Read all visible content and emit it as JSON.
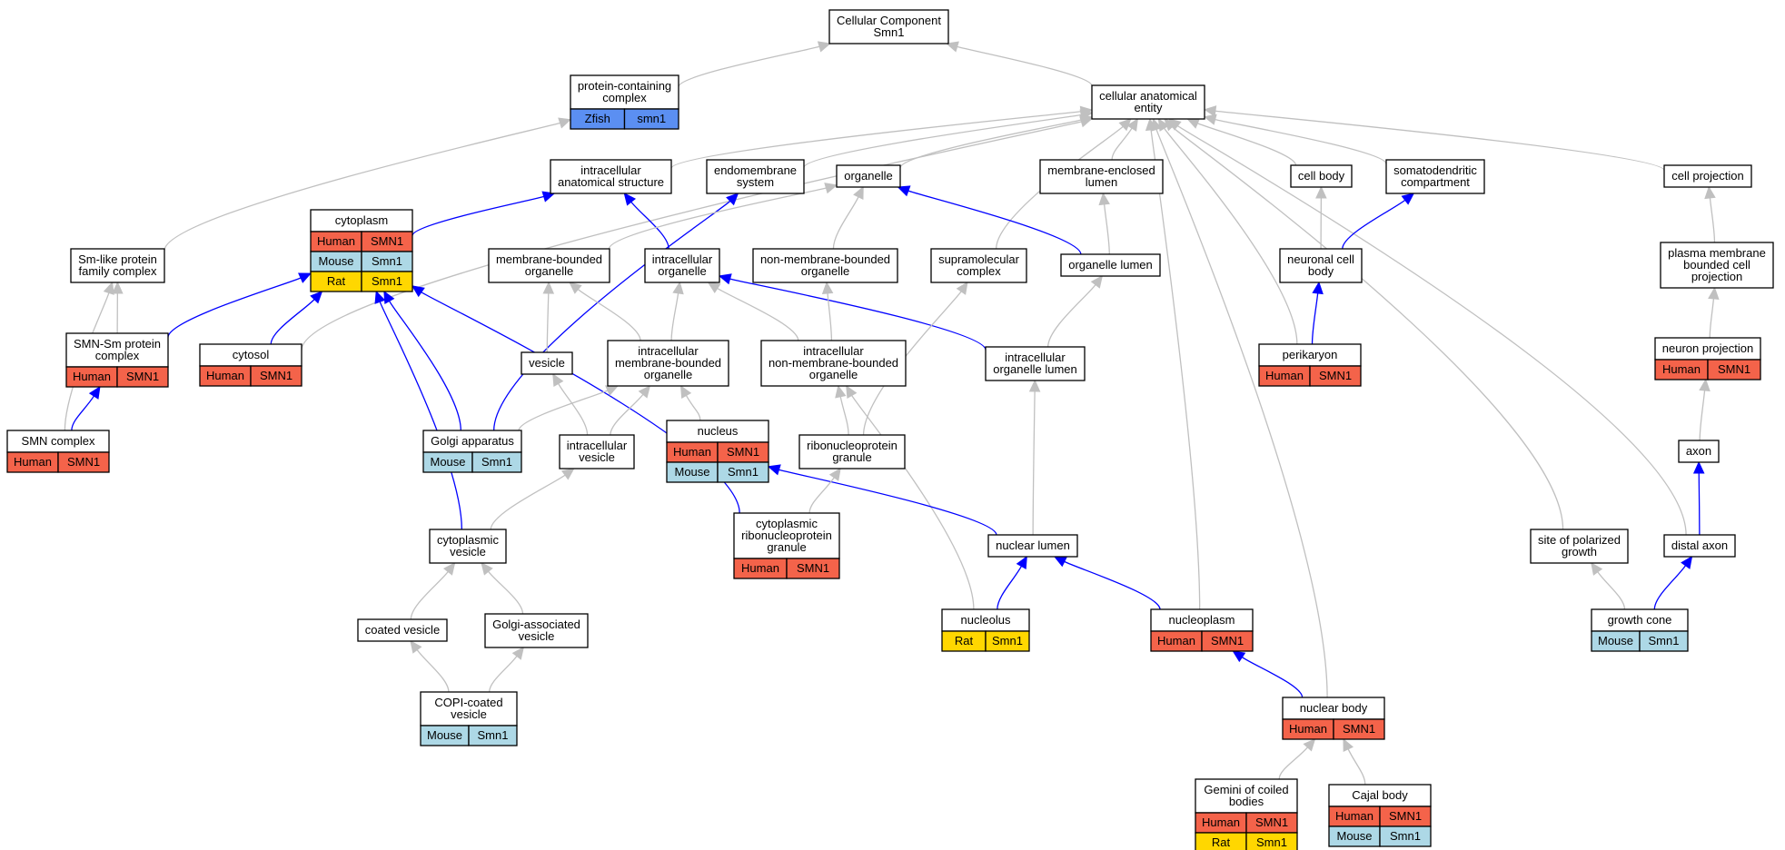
{
  "colors": {
    "Human": "#f4634a",
    "Mouse": "#add8e6",
    "Rat": "#ffd700",
    "Zfish": "#5b8ff2",
    "edge_gray": "#c0c0c0",
    "edge_blue": "#0000ff"
  },
  "nodes": [
    {
      "id": "root",
      "label": [
        "Cellular Component",
        "Smn1"
      ],
      "rows": []
    },
    {
      "id": "protcomplex",
      "label": [
        "protein-containing",
        "complex"
      ],
      "rows": [
        [
          "Zfish",
          "smn1"
        ]
      ]
    },
    {
      "id": "cae",
      "label": [
        "cellular anatomical",
        "entity"
      ],
      "rows": []
    },
    {
      "id": "ias",
      "label": [
        "intracellular",
        "anatomical structure"
      ],
      "rows": []
    },
    {
      "id": "endomem",
      "label": [
        "endomembrane",
        "system"
      ],
      "rows": []
    },
    {
      "id": "organelle",
      "label": [
        "organelle"
      ],
      "rows": []
    },
    {
      "id": "mel",
      "label": [
        "membrane-enclosed",
        "lumen"
      ],
      "rows": []
    },
    {
      "id": "cellbody",
      "label": [
        "cell body"
      ],
      "rows": []
    },
    {
      "id": "somato",
      "label": [
        "somatodendritic",
        "compartment"
      ],
      "rows": []
    },
    {
      "id": "cellproj",
      "label": [
        "cell projection"
      ],
      "rows": []
    },
    {
      "id": "cytoplasm",
      "label": [
        "cytoplasm"
      ],
      "rows": [
        [
          "Human",
          "SMN1"
        ],
        [
          "Mouse",
          "Smn1"
        ],
        [
          "Rat",
          "Smn1"
        ]
      ]
    },
    {
      "id": "smlike",
      "label": [
        "Sm-like protein",
        "family complex"
      ],
      "rows": []
    },
    {
      "id": "mbo",
      "label": [
        "membrane-bounded",
        "organelle"
      ],
      "rows": []
    },
    {
      "id": "io",
      "label": [
        "intracellular",
        "organelle"
      ],
      "rows": []
    },
    {
      "id": "nmbo",
      "label": [
        "non-membrane-bounded",
        "organelle"
      ],
      "rows": []
    },
    {
      "id": "supra",
      "label": [
        "supramolecular",
        "complex"
      ],
      "rows": []
    },
    {
      "id": "orglumen",
      "label": [
        "organelle lumen"
      ],
      "rows": []
    },
    {
      "id": "neuronalcb",
      "label": [
        "neuronal cell",
        "body"
      ],
      "rows": []
    },
    {
      "id": "pmbcp",
      "label": [
        "plasma membrane",
        "bounded cell",
        "projection"
      ],
      "rows": []
    },
    {
      "id": "smnsm",
      "label": [
        "SMN-Sm protein",
        "complex"
      ],
      "rows": [
        [
          "Human",
          "SMN1"
        ]
      ]
    },
    {
      "id": "cytosol",
      "label": [
        "cytosol"
      ],
      "rows": [
        [
          "Human",
          "SMN1"
        ]
      ]
    },
    {
      "id": "vesicle",
      "label": [
        "vesicle"
      ],
      "rows": []
    },
    {
      "id": "imbo",
      "label": [
        "intracellular",
        "membrane-bounded",
        "organelle"
      ],
      "rows": []
    },
    {
      "id": "inmbo",
      "label": [
        "intracellular",
        "non-membrane-bounded",
        "organelle"
      ],
      "rows": []
    },
    {
      "id": "iol",
      "label": [
        "intracellular",
        "organelle lumen"
      ],
      "rows": []
    },
    {
      "id": "perikaryon",
      "label": [
        "perikaryon"
      ],
      "rows": [
        [
          "Human",
          "SMN1"
        ]
      ]
    },
    {
      "id": "neuronproj",
      "label": [
        "neuron projection"
      ],
      "rows": [
        [
          "Human",
          "SMN1"
        ]
      ]
    },
    {
      "id": "smncomplex",
      "label": [
        "SMN complex"
      ],
      "rows": [
        [
          "Human",
          "SMN1"
        ]
      ]
    },
    {
      "id": "golgi",
      "label": [
        "Golgi apparatus"
      ],
      "rows": [
        [
          "Mouse",
          "Smn1"
        ]
      ]
    },
    {
      "id": "iv",
      "label": [
        "intracellular",
        "vesicle"
      ],
      "rows": []
    },
    {
      "id": "nucleus",
      "label": [
        "nucleus"
      ],
      "rows": [
        [
          "Human",
          "SMN1"
        ],
        [
          "Mouse",
          "Smn1"
        ]
      ]
    },
    {
      "id": "rnpg",
      "label": [
        "ribonucleoprotein",
        "granule"
      ],
      "rows": []
    },
    {
      "id": "axon",
      "label": [
        "axon"
      ],
      "rows": []
    },
    {
      "id": "cytovesicle",
      "label": [
        "cytoplasmic",
        "vesicle"
      ],
      "rows": []
    },
    {
      "id": "crnpg",
      "label": [
        "cytoplasmic",
        "ribonucleoprotein",
        "granule"
      ],
      "rows": [
        [
          "Human",
          "SMN1"
        ]
      ]
    },
    {
      "id": "nuclumen",
      "label": [
        "nuclear lumen"
      ],
      "rows": []
    },
    {
      "id": "spg",
      "label": [
        "site of polarized",
        "growth"
      ],
      "rows": []
    },
    {
      "id": "distalaxon",
      "label": [
        "distal axon"
      ],
      "rows": []
    },
    {
      "id": "coated",
      "label": [
        "coated vesicle"
      ],
      "rows": []
    },
    {
      "id": "golgiassoc",
      "label": [
        "Golgi-associated",
        "vesicle"
      ],
      "rows": []
    },
    {
      "id": "nucleolus",
      "label": [
        "nucleolus"
      ],
      "rows": [
        [
          "Rat",
          "Smn1"
        ]
      ]
    },
    {
      "id": "nucleoplasm",
      "label": [
        "nucleoplasm"
      ],
      "rows": [
        [
          "Human",
          "SMN1"
        ]
      ]
    },
    {
      "id": "growthcone",
      "label": [
        "growth cone"
      ],
      "rows": [
        [
          "Mouse",
          "Smn1"
        ]
      ]
    },
    {
      "id": "copi",
      "label": [
        "COPI-coated",
        "vesicle"
      ],
      "rows": [
        [
          "Mouse",
          "Smn1"
        ]
      ]
    },
    {
      "id": "nuclearbody",
      "label": [
        "nuclear body"
      ],
      "rows": [
        [
          "Human",
          "SMN1"
        ]
      ]
    },
    {
      "id": "gemini",
      "label": [
        "Gemini of coiled",
        "bodies"
      ],
      "rows": [
        [
          "Human",
          "SMN1"
        ],
        [
          "Rat",
          "Smn1"
        ]
      ]
    },
    {
      "id": "cajal",
      "label": [
        "Cajal body"
      ],
      "rows": [
        [
          "Human",
          "SMN1"
        ],
        [
          "Mouse",
          "Smn1"
        ]
      ]
    }
  ],
  "edges": [
    {
      "from": "protcomplex",
      "to": "root",
      "color": "gray"
    },
    {
      "from": "cae",
      "to": "root",
      "color": "gray"
    },
    {
      "from": "smlike",
      "to": "protcomplex",
      "color": "gray"
    },
    {
      "from": "ias",
      "to": "cae",
      "color": "gray"
    },
    {
      "from": "endomem",
      "to": "cae",
      "color": "gray"
    },
    {
      "from": "organelle",
      "to": "cae",
      "color": "gray"
    },
    {
      "from": "mel",
      "to": "cae",
      "color": "gray"
    },
    {
      "from": "cellbody",
      "to": "cae",
      "color": "gray"
    },
    {
      "from": "somato",
      "to": "cae",
      "color": "gray"
    },
    {
      "from": "cellproj",
      "to": "cae",
      "color": "gray"
    },
    {
      "from": "cytosol",
      "to": "cae",
      "color": "gray"
    },
    {
      "from": "supra",
      "to": "cae",
      "color": "gray"
    },
    {
      "from": "nucleoplasm",
      "to": "cae",
      "color": "gray"
    },
    {
      "from": "perikaryon",
      "to": "cae",
      "color": "gray"
    },
    {
      "from": "nuclearbody",
      "to": "cae",
      "color": "gray"
    },
    {
      "from": "spg",
      "to": "cae",
      "color": "gray"
    },
    {
      "from": "distalaxon",
      "to": "cae",
      "color": "gray"
    },
    {
      "from": "cytoplasm",
      "to": "ias",
      "color": "blue"
    },
    {
      "from": "io",
      "to": "ias",
      "color": "blue"
    },
    {
      "from": "golgi",
      "to": "endomem",
      "color": "blue"
    },
    {
      "from": "orglumen",
      "to": "organelle",
      "color": "blue"
    },
    {
      "from": "mbo",
      "to": "organelle",
      "color": "gray"
    },
    {
      "from": "nmbo",
      "to": "organelle",
      "color": "gray"
    },
    {
      "from": "orglumen",
      "to": "mel",
      "color": "gray"
    },
    {
      "from": "neuronalcb",
      "to": "cellbody",
      "color": "gray"
    },
    {
      "from": "neuronalcb",
      "to": "somato",
      "color": "blue"
    },
    {
      "from": "pmbcp",
      "to": "cellproj",
      "color": "gray"
    },
    {
      "from": "smnsm",
      "to": "smlike",
      "color": "gray"
    },
    {
      "from": "smncomplex",
      "to": "smlike",
      "color": "gray"
    },
    {
      "from": "vesicle",
      "to": "mbo",
      "color": "gray"
    },
    {
      "from": "imbo",
      "to": "mbo",
      "color": "gray"
    },
    {
      "from": "imbo",
      "to": "io",
      "color": "gray"
    },
    {
      "from": "inmbo",
      "to": "io",
      "color": "gray"
    },
    {
      "from": "iol",
      "to": "io",
      "color": "blue"
    },
    {
      "from": "inmbo",
      "to": "nmbo",
      "color": "gray"
    },
    {
      "from": "rnpg",
      "to": "supra",
      "color": "gray"
    },
    {
      "from": "iol",
      "to": "orglumen",
      "color": "gray"
    },
    {
      "from": "perikaryon",
      "to": "neuronalcb",
      "color": "blue"
    },
    {
      "from": "neuronproj",
      "to": "pmbcp",
      "color": "gray"
    },
    {
      "from": "smnsm",
      "to": "cytoplasm",
      "color": "blue"
    },
    {
      "from": "cytosol",
      "to": "cytoplasm",
      "color": "blue"
    },
    {
      "from": "golgi",
      "to": "cytoplasm",
      "color": "blue"
    },
    {
      "from": "cytovesicle",
      "to": "cytoplasm",
      "color": "blue"
    },
    {
      "from": "crnpg",
      "to": "cytoplasm",
      "color": "blue"
    },
    {
      "from": "smncomplex",
      "to": "smnsm",
      "color": "blue"
    },
    {
      "from": "golgi",
      "to": "imbo",
      "color": "gray"
    },
    {
      "from": "iv",
      "to": "vesicle",
      "color": "gray"
    },
    {
      "from": "iv",
      "to": "imbo",
      "color": "gray"
    },
    {
      "from": "nucleus",
      "to": "imbo",
      "color": "gray"
    },
    {
      "from": "rnpg",
      "to": "inmbo",
      "color": "gray"
    },
    {
      "from": "nucleolus",
      "to": "inmbo",
      "color": "gray"
    },
    {
      "from": "nuclumen",
      "to": "iol",
      "color": "gray"
    },
    {
      "from": "axon",
      "to": "neuronproj",
      "color": "gray"
    },
    {
      "from": "cytovesicle",
      "to": "iv",
      "color": "gray"
    },
    {
      "from": "nuclumen",
      "to": "nucleus",
      "color": "blue"
    },
    {
      "from": "crnpg",
      "to": "rnpg",
      "color": "gray"
    },
    {
      "from": "distalaxon",
      "to": "axon",
      "color": "blue"
    },
    {
      "from": "coated",
      "to": "cytovesicle",
      "color": "gray"
    },
    {
      "from": "golgiassoc",
      "to": "cytovesicle",
      "color": "gray"
    },
    {
      "from": "nucleolus",
      "to": "nuclumen",
      "color": "blue"
    },
    {
      "from": "nucleoplasm",
      "to": "nuclumen",
      "color": "blue"
    },
    {
      "from": "growthcone",
      "to": "spg",
      "color": "gray"
    },
    {
      "from": "growthcone",
      "to": "distalaxon",
      "color": "blue"
    },
    {
      "from": "copi",
      "to": "coated",
      "color": "gray"
    },
    {
      "from": "copi",
      "to": "golgiassoc",
      "color": "gray"
    },
    {
      "from": "nuclearbody",
      "to": "nucleoplasm",
      "color": "blue"
    },
    {
      "from": "gemini",
      "to": "nuclearbody",
      "color": "gray"
    },
    {
      "from": "cajal",
      "to": "nuclearbody",
      "color": "gray"
    }
  ]
}
